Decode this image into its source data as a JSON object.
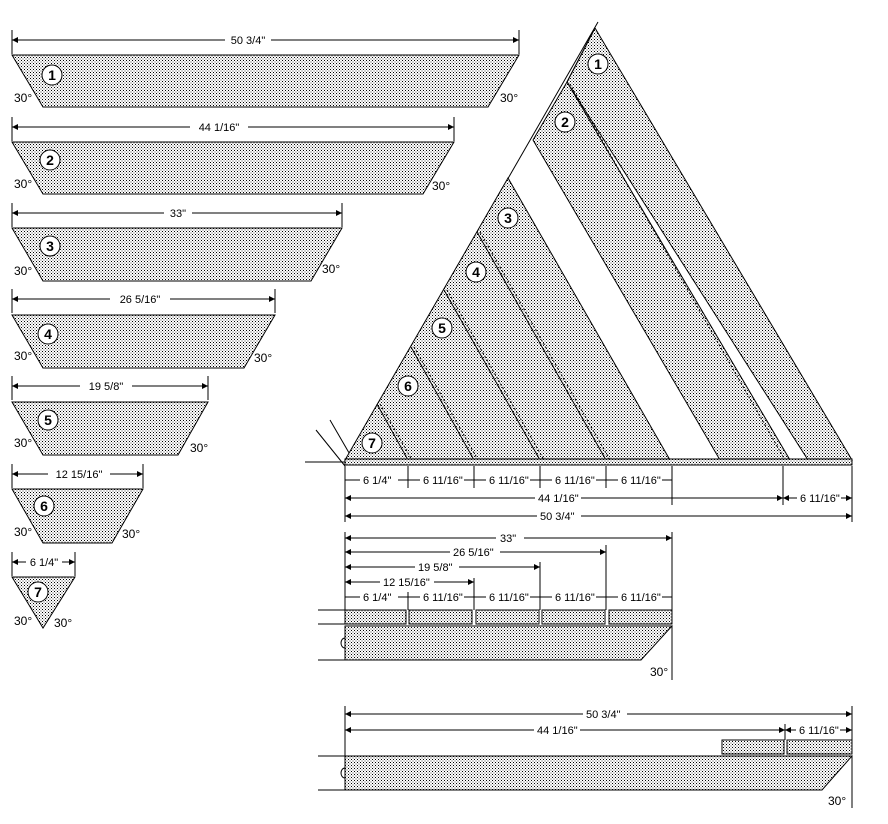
{
  "pieces": [
    {
      "id": "1",
      "length": "50 3/4\"",
      "angle_left": "30°",
      "angle_right": "30°"
    },
    {
      "id": "2",
      "length": "44 1/16\"",
      "angle_left": "30°",
      "angle_right": "30°"
    },
    {
      "id": "3",
      "length": "33\"",
      "angle_left": "30°",
      "angle_right": "30°"
    },
    {
      "id": "4",
      "length": "26  5/16\"",
      "angle_left": "30°",
      "angle_right": "30°"
    },
    {
      "id": "5",
      "length": "19 5/8\"",
      "angle_left": "30°",
      "angle_right": "30°"
    },
    {
      "id": "6",
      "length": "12 15/16\"",
      "angle_left": "30°",
      "angle_right": "30°"
    },
    {
      "id": "7",
      "length": "6 1/4\"",
      "angle_left": "30°",
      "angle_right": "30°"
    }
  ],
  "assembly": {
    "piece_ids": [
      "1",
      "2",
      "3",
      "4",
      "5",
      "6",
      "7"
    ],
    "spacing_first": "6 1/4\"",
    "spacing": "6 11/16\"",
    "len_44": "44 1/16\"",
    "len_50": "50 3/4\""
  },
  "layout2": {
    "len_33": "33\"",
    "len_26": "26 5/16\"",
    "len_19": "19  5/8\"",
    "len_12": "12 15/16\"",
    "spacing_first": "6 1/4\"",
    "spacing": "6 11/16\"",
    "angle": "30°"
  },
  "layout3": {
    "len_50": "50 3/4\"",
    "len_44": "44 1/16\"",
    "spacing": "6 11/16\"",
    "angle": "30°"
  }
}
